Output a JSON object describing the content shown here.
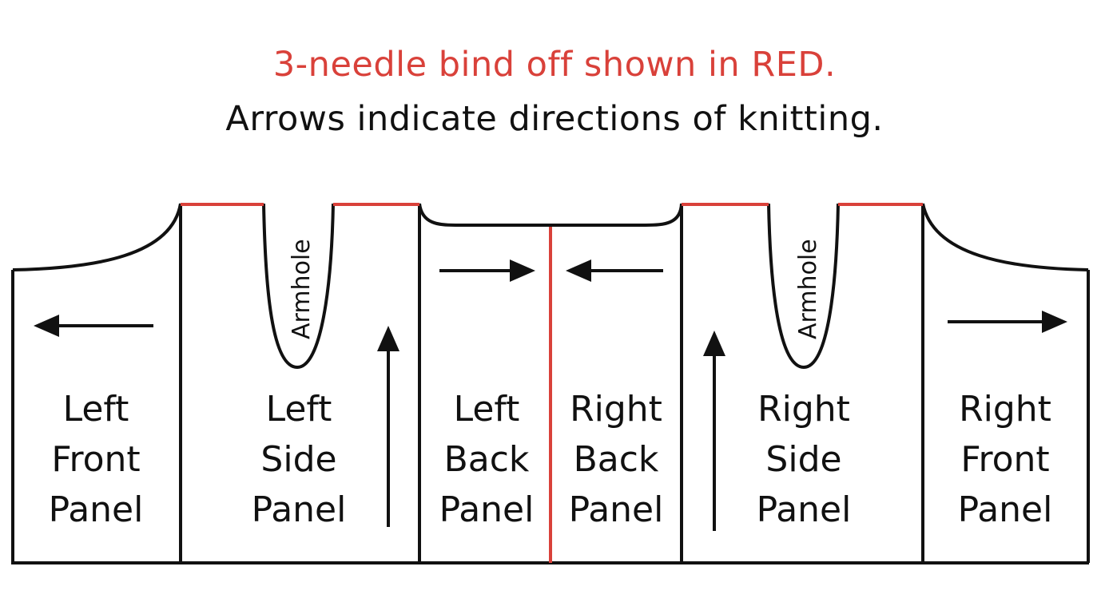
{
  "title": {
    "line1": "3-needle bind off shown in RED.",
    "line2": "Arrows indicate directions of knitting."
  },
  "colors": {
    "bind_off": "#d9413a",
    "outline": "#111111"
  },
  "armhole_label": "Armhole",
  "panels": [
    {
      "id": "left-front",
      "lines": [
        "Left",
        "Front",
        "Panel"
      ],
      "knit_direction": "left"
    },
    {
      "id": "left-side",
      "lines": [
        "Left",
        "Side",
        "Panel"
      ],
      "knit_direction": "up"
    },
    {
      "id": "left-back",
      "lines": [
        "Left",
        "Back",
        "Panel"
      ],
      "knit_direction": "right"
    },
    {
      "id": "right-back",
      "lines": [
        "Right",
        "Back",
        "Panel"
      ],
      "knit_direction": "left"
    },
    {
      "id": "right-side",
      "lines": [
        "Right",
        "Side",
        "Panel"
      ],
      "knit_direction": "up"
    },
    {
      "id": "right-front",
      "lines": [
        "Right",
        "Front",
        "Panel"
      ],
      "knit_direction": "right"
    }
  ]
}
